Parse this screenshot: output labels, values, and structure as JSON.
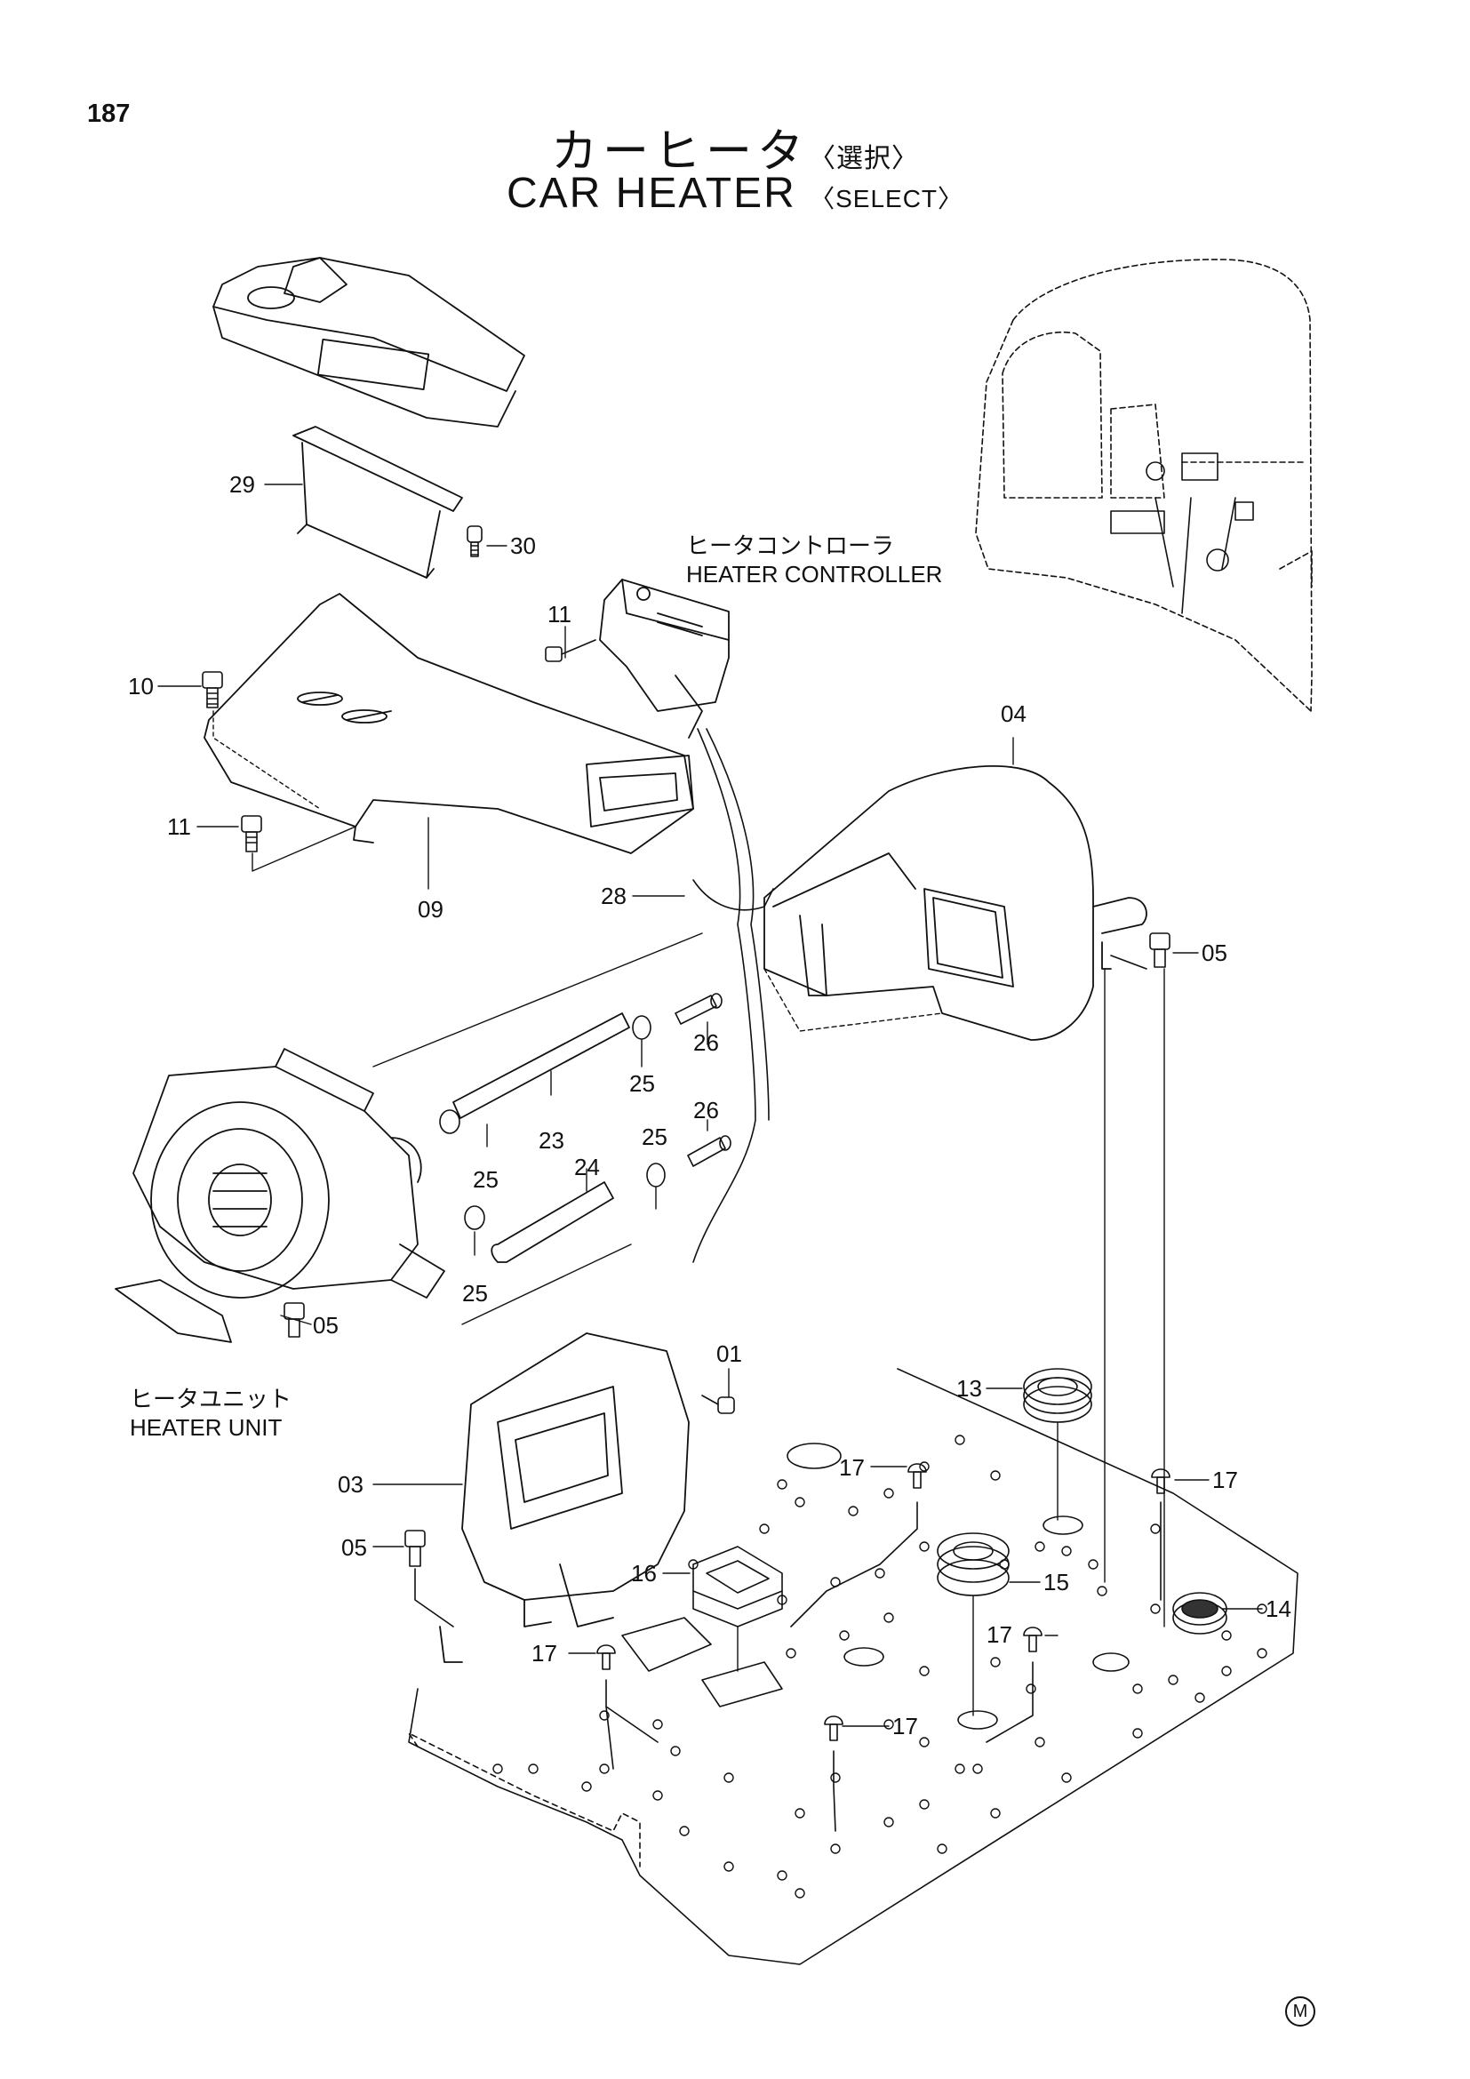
{
  "page_number": "187",
  "title": {
    "jp": "カーヒータ",
    "jp_qualifier": "〈選択〉",
    "en": "CAR HEATER",
    "en_qualifier": "〈SELECT〉"
  },
  "captions": {
    "heater_controller": {
      "jp": "ヒータコントローラ",
      "en": "HEATER CONTROLLER"
    },
    "heater_unit": {
      "jp": "ヒータユニット",
      "en": "HEATER UNIT"
    }
  },
  "part_labels": {
    "p01": "01",
    "p03": "03",
    "p04": "04",
    "p05a": "05",
    "p05b": "05",
    "p05c": "05",
    "p09": "09",
    "p10": "10",
    "p11a": "11",
    "p11b": "11",
    "p13": "13",
    "p14": "14",
    "p15": "15",
    "p16": "16",
    "p17a": "17",
    "p17b": "17",
    "p17c": "17",
    "p17d": "17",
    "p23": "23",
    "p24": "24",
    "p25a": "25",
    "p25b": "25",
    "p25c": "25",
    "p25d": "25",
    "p26a": "26",
    "p26b": "26",
    "p28": "28",
    "p29": "29",
    "p30": "30"
  },
  "corner_mark": "M"
}
